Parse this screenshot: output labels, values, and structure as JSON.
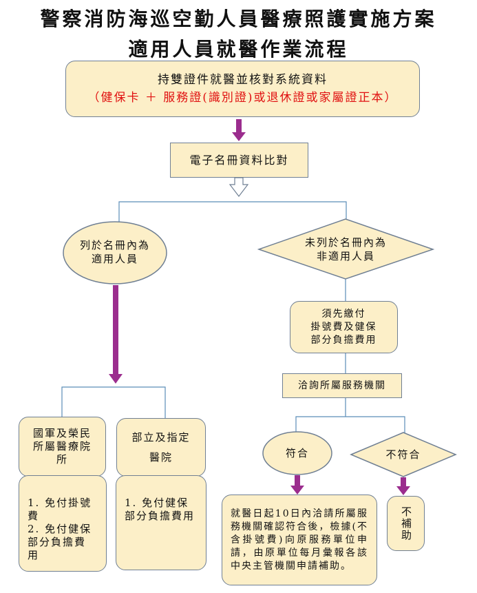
{
  "title": {
    "line1": "警察消防海巡空勤人員醫療照護實施方案",
    "line2": "適用人員就醫作業流程"
  },
  "step1": {
    "text": "持雙證件就醫並核對系統資料",
    "note": "（健保卡 ＋ 服務證(識別證)或退休證或家屬證正本）"
  },
  "step2": "電子名冊資料比對",
  "listed": {
    "line1": "列於名冊內為",
    "line2": "適用人員"
  },
  "unlisted": {
    "line1": "未列於名冊內為",
    "line2": "非適用人員"
  },
  "prepay": {
    "line1": "須先繳付",
    "line2": "掛號費及健保",
    "line3": "部分負擔費用"
  },
  "consult": "洽詢所屬服務機關",
  "military": {
    "l1": "國軍及榮民",
    "l2": "所屬醫療院",
    "l3": "所",
    "item1": "1. 免付掛號費",
    "item2": "2. 免付健保部分負擔費用"
  },
  "ministry": {
    "l1": "部立及指定",
    "l2": "醫院",
    "item1": "1. 免付健保部分負擔費用"
  },
  "match": "符合",
  "nomatch": "不符合",
  "match_detail": "就醫日起10日內洽請所屬服務機關確認符合後，檢據(不含掛號費)向原服務單位申請，由原單位每月彙報各該中央主管機關申請補助。",
  "no_subsidy": "不補助",
  "colors": {
    "fill": "#fcefc8",
    "border": "#6f7f93",
    "arrow": "#9b2d8e",
    "line": "#5b8db8",
    "note": "#e01010"
  }
}
